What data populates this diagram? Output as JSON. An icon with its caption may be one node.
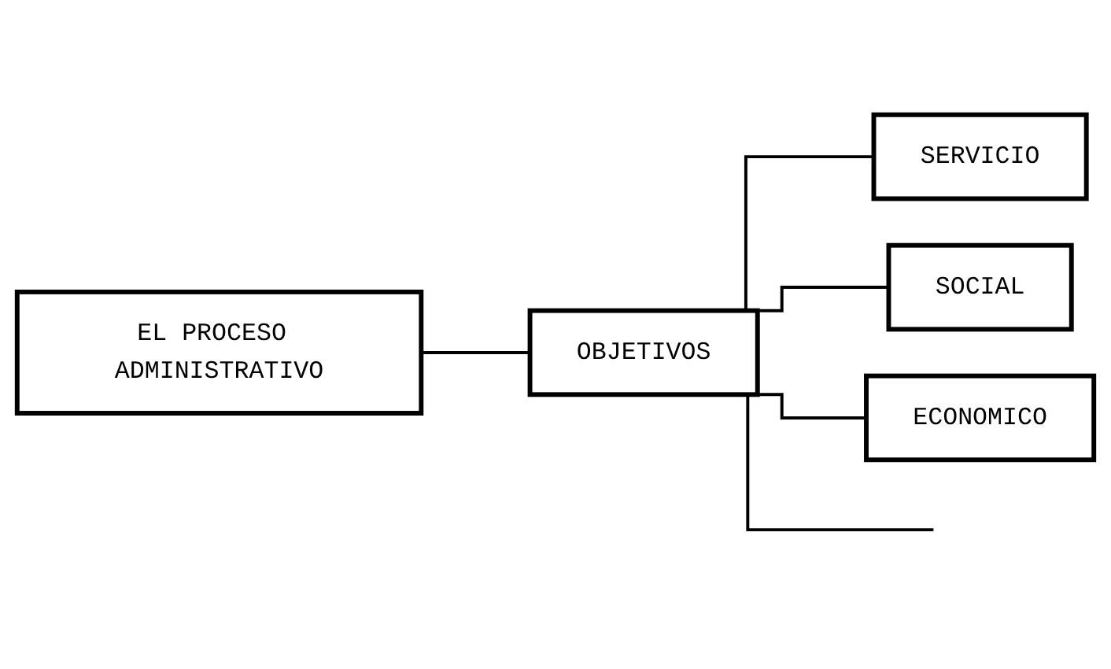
{
  "diagram": {
    "nodes": [
      {
        "text": [
          "EL PROCESO ADMINISTRATIVO"
        ]
      },
      {
        "text": [
          "OBJETIVOS"
        ]
      },
      {
        "text": [
          "SERVICIO"
        ]
      },
      {
        "text": [
          "SOCIAL"
        ]
      },
      {
        "text": [
          "ECONOMICO"
        ]
      }
    ],
    "edges": [
      {
        "from": 0,
        "to": 1,
        "arrow": "none"
      },
      {
        "from": 1,
        "to": 2,
        "arrow": "none"
      },
      {
        "from": 1,
        "to": 3,
        "arrow": "none"
      },
      {
        "from": 1,
        "to": 4,
        "arrow": "none"
      },
      {
        "from": 1,
        "to": null,
        "arrow": "none"
      }
    ]
  }
}
